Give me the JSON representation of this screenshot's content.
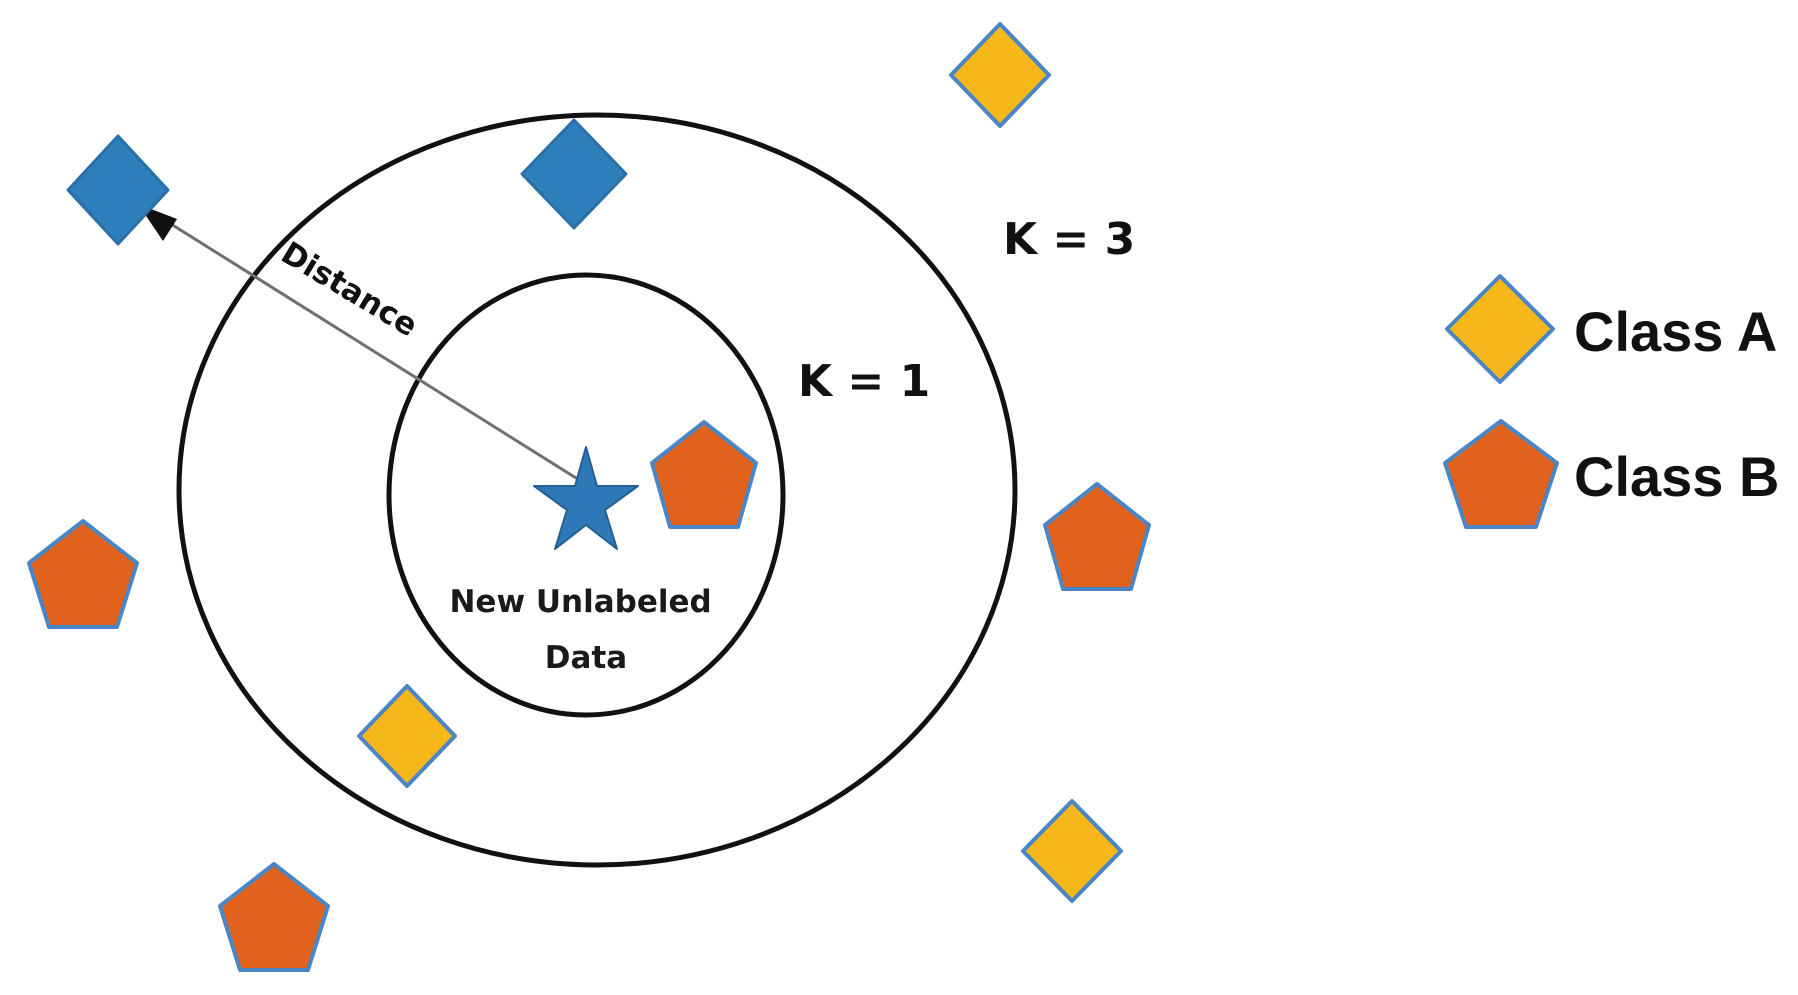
{
  "diagram": {
    "labels": {
      "k_outer": "K = 3",
      "k_inner": "K = 1",
      "distance": "Distance",
      "new_point_line1": "New Unlabeled",
      "new_point_line2": "Data"
    },
    "legend": [
      {
        "label": "Class A",
        "shape": "diamond",
        "color": "#f6b71b"
      },
      {
        "label": "Class B",
        "shape": "pentagon",
        "color": "#e0621c"
      }
    ],
    "colors": {
      "class_a": "#f6b71b",
      "class_b": "#e0621c",
      "blue_point": "#2c7fba",
      "outline": "#4a86c5",
      "star": "#2e78b7"
    },
    "icons": {
      "new_point": "star-icon",
      "class_a": "diamond-icon",
      "class_b": "pentagon-icon"
    }
  }
}
